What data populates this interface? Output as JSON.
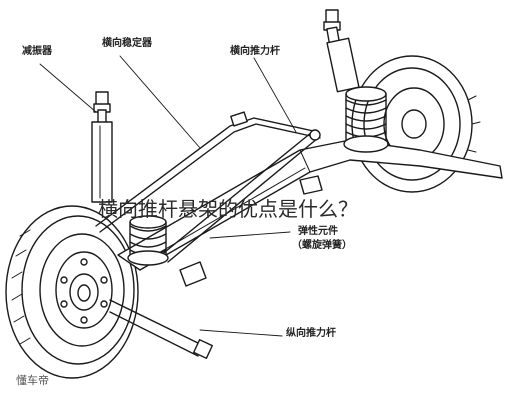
{
  "overlay_title": "横向推杆悬架的优点是什么？",
  "labels": {
    "shock_absorber": "减振器",
    "lateral_stabilizer": "横向稳定器",
    "lateral_push_rod_top": "横向推力杆",
    "strut_element": "弹性元件",
    "spiral_spring": "（螺旋弹簧）",
    "longitudinal_push_rod": "纵向推力杆"
  },
  "watermark": "懂车帝"
}
